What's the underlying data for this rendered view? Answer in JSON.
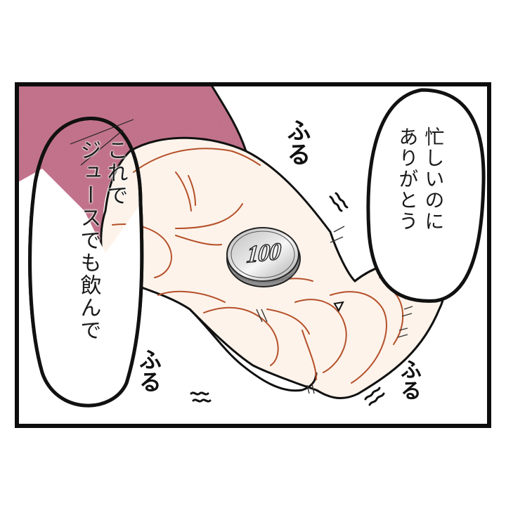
{
  "panel": {
    "type": "manga-panel",
    "border_color": "#0d0d0d",
    "background": "#ffffff"
  },
  "colors": {
    "sleeve": "#b8607a",
    "sleeve_dark": "#9c4a63",
    "skin": "#fdf3ea",
    "skin_line": "#b5502a",
    "ink": "#111111",
    "coin_face": "#d9d9d9",
    "coin_rim": "#a9a9a9"
  },
  "speech_bubbles": {
    "left": {
      "line1": "これで",
      "line2": "ジュースでも飲んで"
    },
    "right": {
      "line1": "忙しいのに",
      "line2": "ありがとう"
    }
  },
  "sound_effects": {
    "top": "ふる",
    "bottom_left": "ふる",
    "bottom_right": "ふる",
    "shake_mark": "≈"
  },
  "coin": {
    "value": "100"
  }
}
